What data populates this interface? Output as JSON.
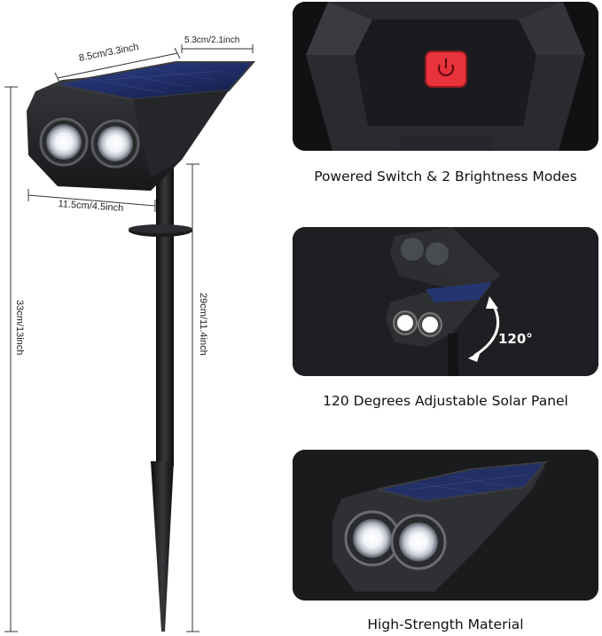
{
  "dimensions": {
    "panel_length": "8.5cm/3.3inch",
    "panel_width": "5.3cm/2.1inch",
    "head_width": "11.5cm/4.5inch",
    "total_height": "33cm/13inch",
    "stake_height": "29cm/11.4inch"
  },
  "features": [
    {
      "caption": "Powered Switch & 2 Brightness Modes"
    },
    {
      "caption": "120 Degrees Adjustable Solar Panel",
      "angle_label": "120°"
    },
    {
      "caption": "High-Strength Material"
    }
  ],
  "colors": {
    "switch": "#e8323c",
    "body": "#1e1f22",
    "solar": "#1f2f6b"
  }
}
